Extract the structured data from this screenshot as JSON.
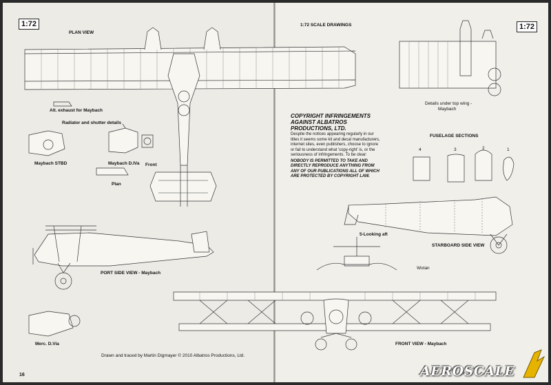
{
  "scale_left": "1:72",
  "scale_right": "1:72",
  "page_number": "16",
  "labels": {
    "plan_view": "PLAN VIEW",
    "scale_drawings": "1:72 SCALE DRAWINGS",
    "alt_exhaust": "Alt.  exhaust for Maybach",
    "radiator": "Radiator and shutter details",
    "maybach_stbd": "Maybach STBD",
    "maybach_d4a": "Maybach D.IVa",
    "front": "Front",
    "plan": "Plan",
    "port_side": "PORT SIDE VIEW - Maybach",
    "merc": "Merc. D.Via",
    "credit": "Drawn and traced by Martin Digmayer © 2010 Albatros Productions, Ltd.",
    "details_under_wing": "Details under top wing -",
    "details_under_wing_2": "Maybach",
    "fuselage_sections": "FUSELAGE SECTIONS",
    "looking_aft": "5-Looking aft",
    "starboard_side": "STARBOARD SIDE VIEW",
    "wotan": "Wotan",
    "front_view": "FRONT VIEW - Maybach"
  },
  "section_numbers": [
    "4",
    "3",
    "2",
    "1"
  ],
  "notice": {
    "heading": "COPYRIGHT INFRINGEMENTS AGAINST ALBATROS PRODUCTIONS, LTD.",
    "body": "Despite the notices appearing regularly in our titles it seems some kit and decal manufacturers, internet sites, even publishers, choose to ignore or fail to understand what 'copy-right' is, or the seriousness of infringements. To be clear:",
    "warning": "NOBODY IS PERMITTED TO TAKE AND DIRECTLY REPRODUCE ANYTHING FROM ANY OF OUR PUBLICATIONS ALL OF WHICH ARE PROTECTED BY COPYRIGHT LAW."
  },
  "watermark": "AEROSCALE"
}
